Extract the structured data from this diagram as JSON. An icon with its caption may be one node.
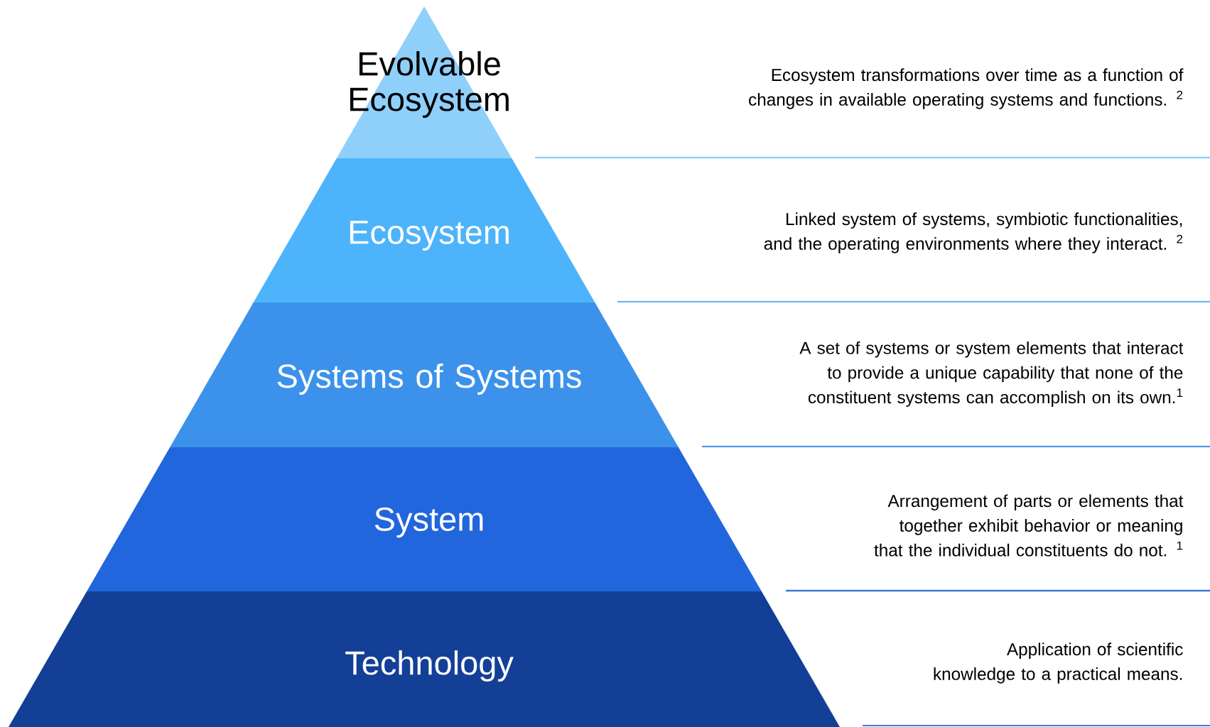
{
  "diagram": {
    "nodes": [
      {
        "text": [
          "Evolvable Ecosystem"
        ]
      },
      {
        "text": [
          "Ecosystem"
        ]
      },
      {
        "text": [
          "Systems of Systems"
        ]
      },
      {
        "text": [
          "System"
        ]
      },
      {
        "text": [
          "Technology"
        ]
      }
    ],
    "labels": [
      "Ecosystem transformations over time as a function of changes in available operating systems and functions. $^{2}$",
      "Linked system of systems, symbiotic functionalities, and the operating environments where they interact. $^{2}$",
      "A set of systems or system elements that interact to provide a unique capability that none of the constituent systems can accomplish on its own.$^{1}$",
      "Arrangement of parts or elements that together exhibit behavior or meaning that the individual constituents do not. $^{1}$",
      "Application of scientific knowledge to a practical means."
    ]
  }
}
